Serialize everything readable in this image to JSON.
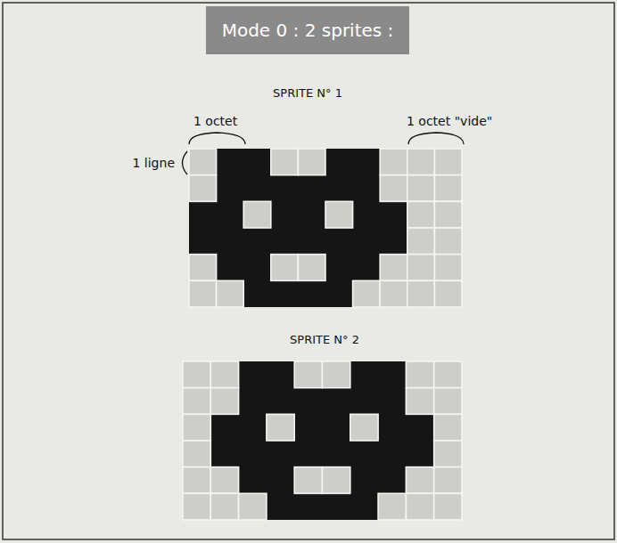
{
  "diagram": {
    "title": "Mode 0 : 2 sprites :",
    "labels": [
      "SPRITE N° 1",
      "1 octet",
      "1 octet \"vide\"",
      "1 ligne",
      "SPRITE N° 2"
    ]
  }
}
